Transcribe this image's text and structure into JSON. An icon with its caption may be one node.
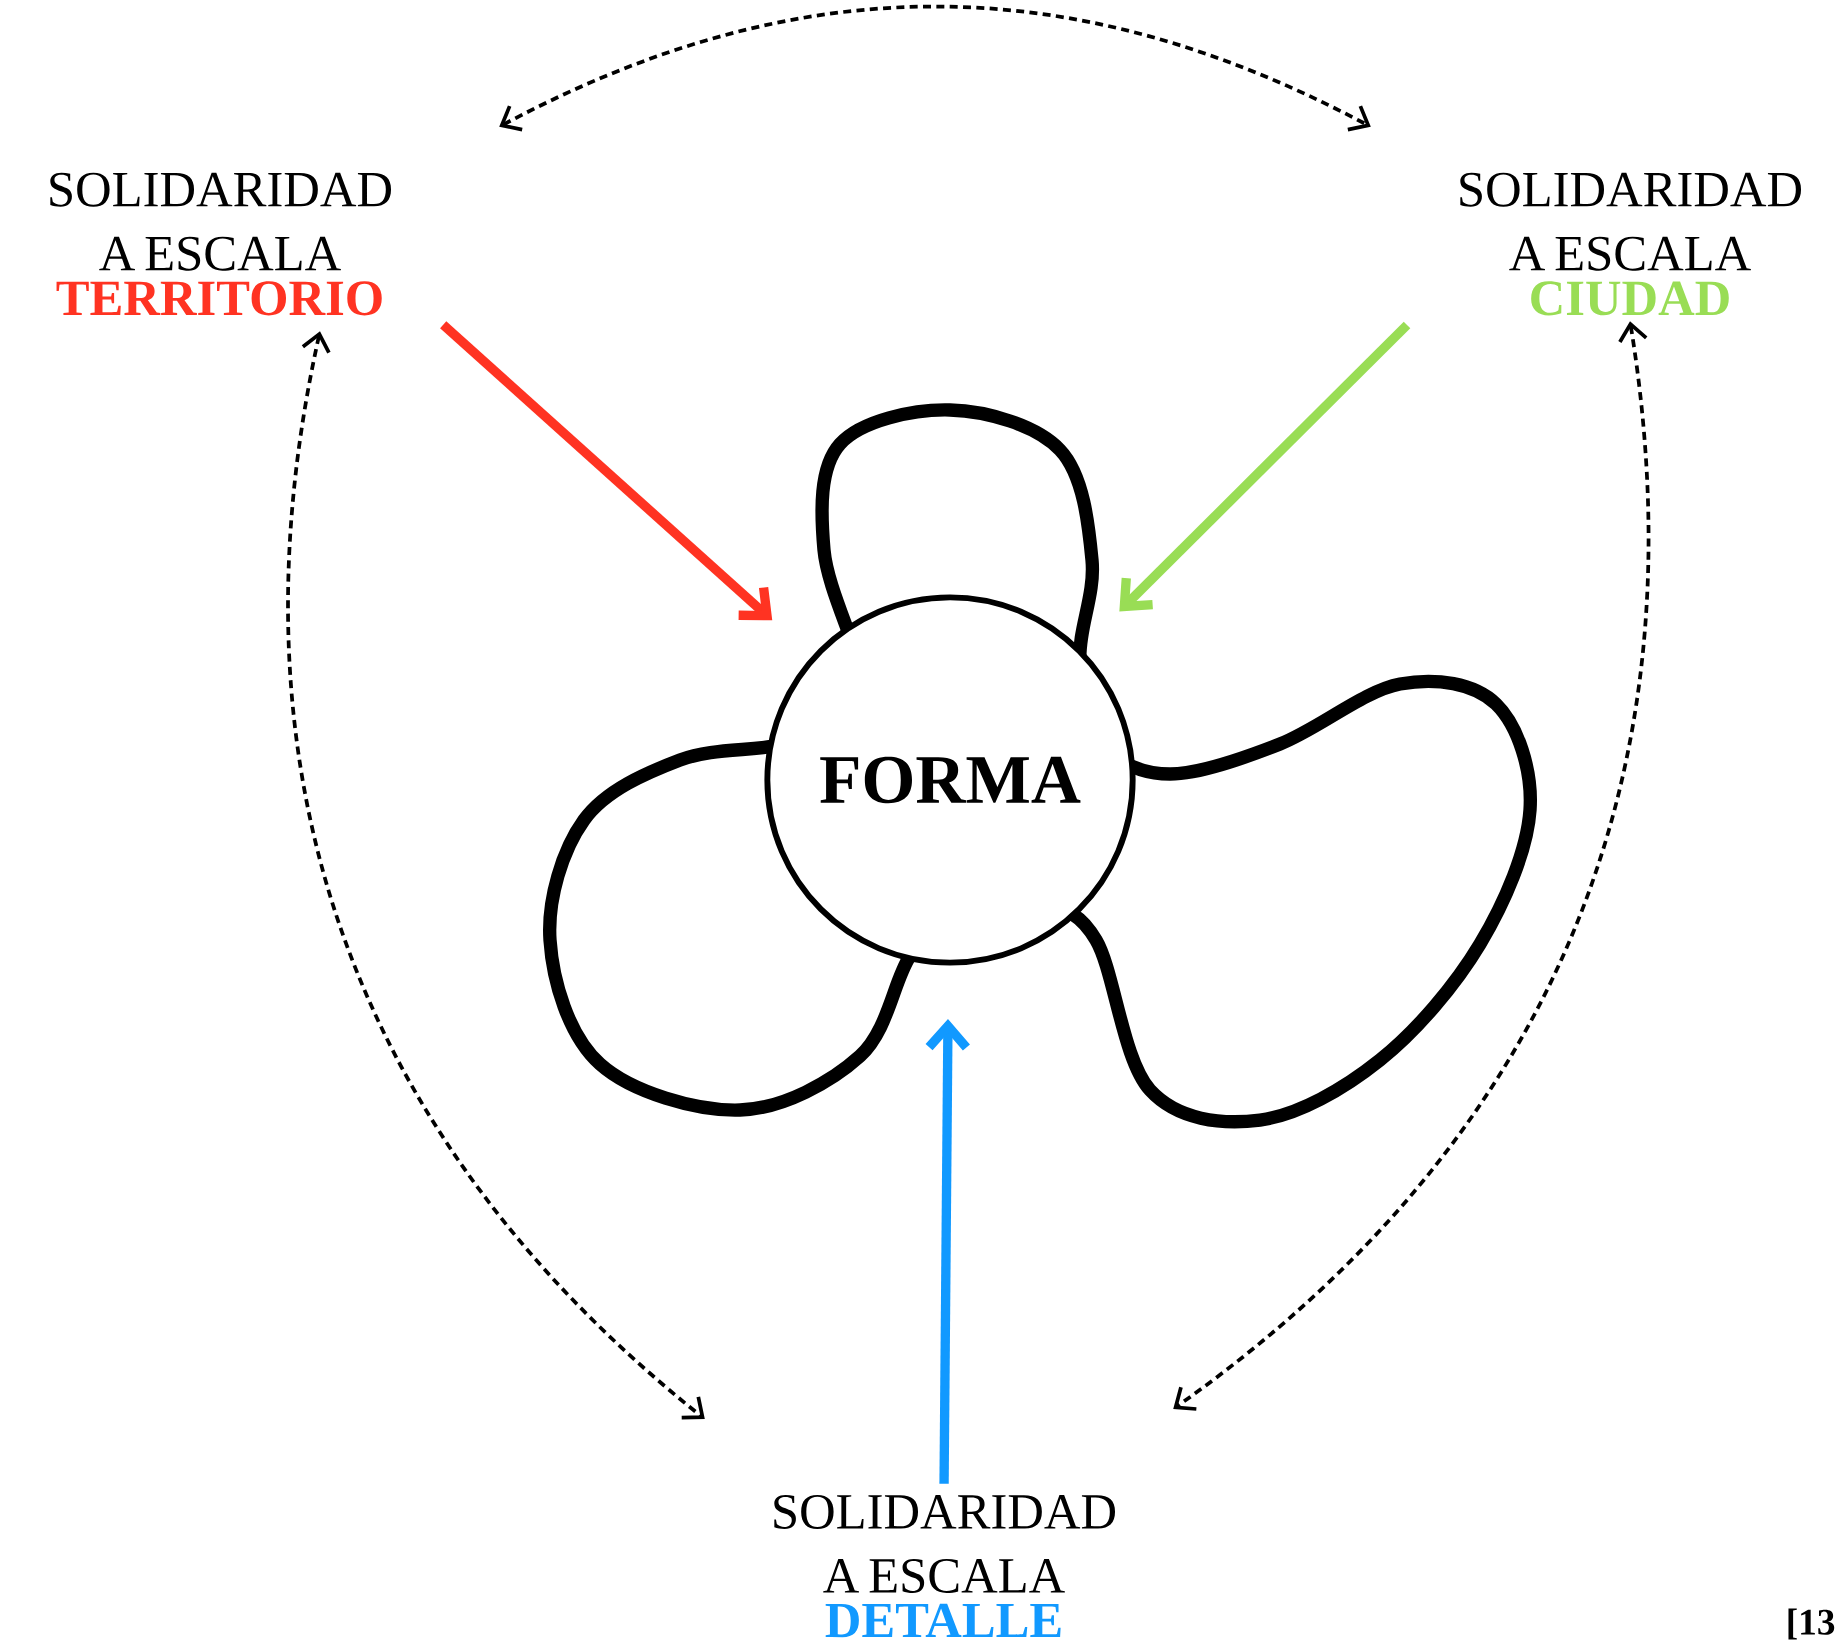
{
  "diagram": {
    "nodes": [
      {
        "text": [
          "SOLIDARIDAD A ESCALA",
          "TERRITORIO"
        ]
      },
      {
        "text": [
          "SOLIDARIDAD A ESCALA",
          "CIUDAD"
        ]
      },
      {
        "text": [
          "SOLIDARIDAD A ESCALA",
          "DETALLE"
        ]
      },
      {
        "text": [
          "FORMA"
        ]
      }
    ],
    "edges": [
      {
        "from": 0,
        "to": 3,
        "arrow": "to",
        "style": "thick",
        "color": "#ff3322"
      },
      {
        "from": 1,
        "to": 3,
        "arrow": "to",
        "style": "thick",
        "color": "#99dd55"
      },
      {
        "from": 2,
        "to": 3,
        "arrow": "to",
        "style": "thick",
        "color": "#1199ff"
      },
      {
        "from": 0,
        "to": 1,
        "arrow": "both",
        "style": "dashed"
      },
      {
        "from": 0,
        "to": 2,
        "arrow": "both",
        "style": "dashed"
      },
      {
        "from": 1,
        "to": 2,
        "arrow": "both",
        "style": "dashed"
      }
    ],
    "labels": [
      "[13"
    ]
  }
}
